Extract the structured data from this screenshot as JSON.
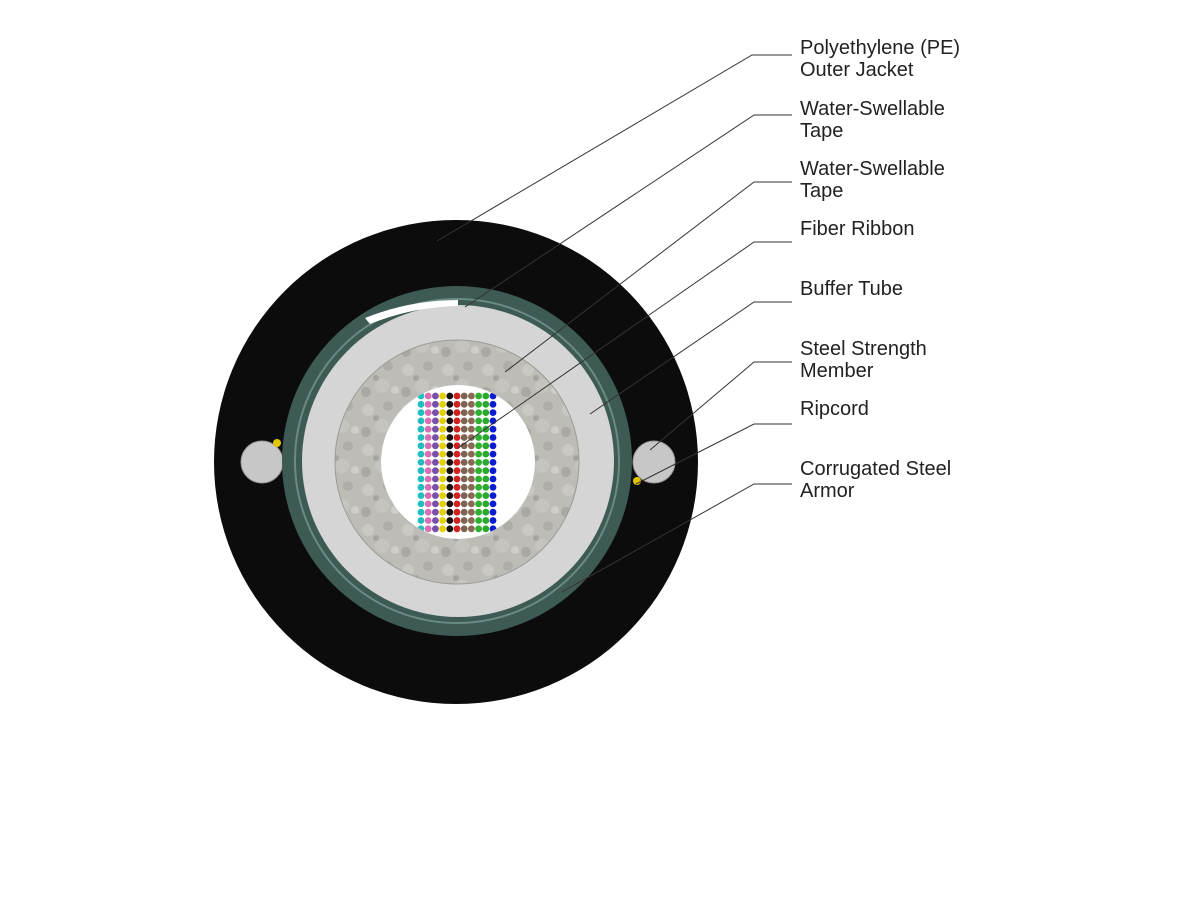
{
  "colors": {
    "jacket": "#0c0c0c",
    "armor": "#3e5a55",
    "tape": "#d5d5d5",
    "buffer_tube": "#b9b8b3",
    "strength_member": "#c7c7c7",
    "ripcord": "#e0c400",
    "leader": "#333333"
  },
  "fiber_colors": [
    "#1fbfbf",
    "#d66fb5",
    "#7a4fa8",
    "#e5d000",
    "#111111",
    "#d22020",
    "#7d6450",
    "#8a6a55",
    "#30b030",
    "#2aaa2a",
    "#0b1bd0"
  ],
  "callouts": [
    {
      "id": "pe-outer-jacket",
      "lines": [
        "Polyethylene (PE)",
        "Outer Jacket"
      ]
    },
    {
      "id": "water-swellable-tape-1",
      "lines": [
        "Water-Swellable",
        "Tape"
      ]
    },
    {
      "id": "water-swellable-tape-2",
      "lines": [
        "Water-Swellable",
        "Tape"
      ]
    },
    {
      "id": "fiber-ribbon",
      "lines": [
        "Fiber Ribbon"
      ]
    },
    {
      "id": "buffer-tube",
      "lines": [
        "Buffer Tube"
      ]
    },
    {
      "id": "steel-strength-member",
      "lines": [
        "Steel Strength",
        "Member"
      ]
    },
    {
      "id": "ripcord",
      "lines": [
        "Ripcord"
      ]
    },
    {
      "id": "corrugated-steel-armor",
      "lines": [
        "Corrugated Steel",
        "Armor"
      ]
    }
  ]
}
